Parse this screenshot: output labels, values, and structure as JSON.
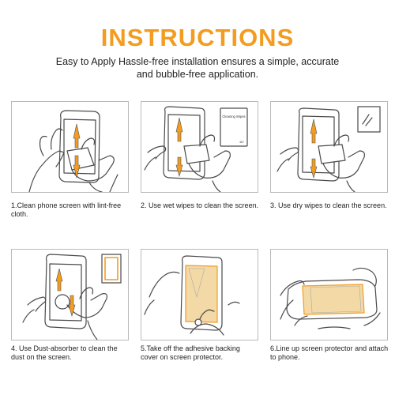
{
  "header": {
    "title": "INSTRUCTIONS",
    "subtitle": "Easy to Apply Hassle-free installation ensures a simple, accurate and bubble-free application."
  },
  "steps": [
    {
      "caption": "1.Clean phone screen with lint-free cloth."
    },
    {
      "caption": "2. Use wet wipes to clean the screen.",
      "wipe_label": "Cleaning Wipes",
      "wipe_code": "467"
    },
    {
      "caption": "3. Use dry  wipes to clean the screen."
    },
    {
      "caption": "4. Use Dust-absorber to clean the dust on the screen."
    },
    {
      "caption": "5.Take off the adhesive backing cover on screen protector."
    },
    {
      "caption": "6.Line up screen protector and attach to phone."
    }
  ],
  "colors": {
    "accent": "#f39c1f",
    "line": "#4a4a4a",
    "frame": "#b9b9b9",
    "glass": "#f3d9a6"
  }
}
